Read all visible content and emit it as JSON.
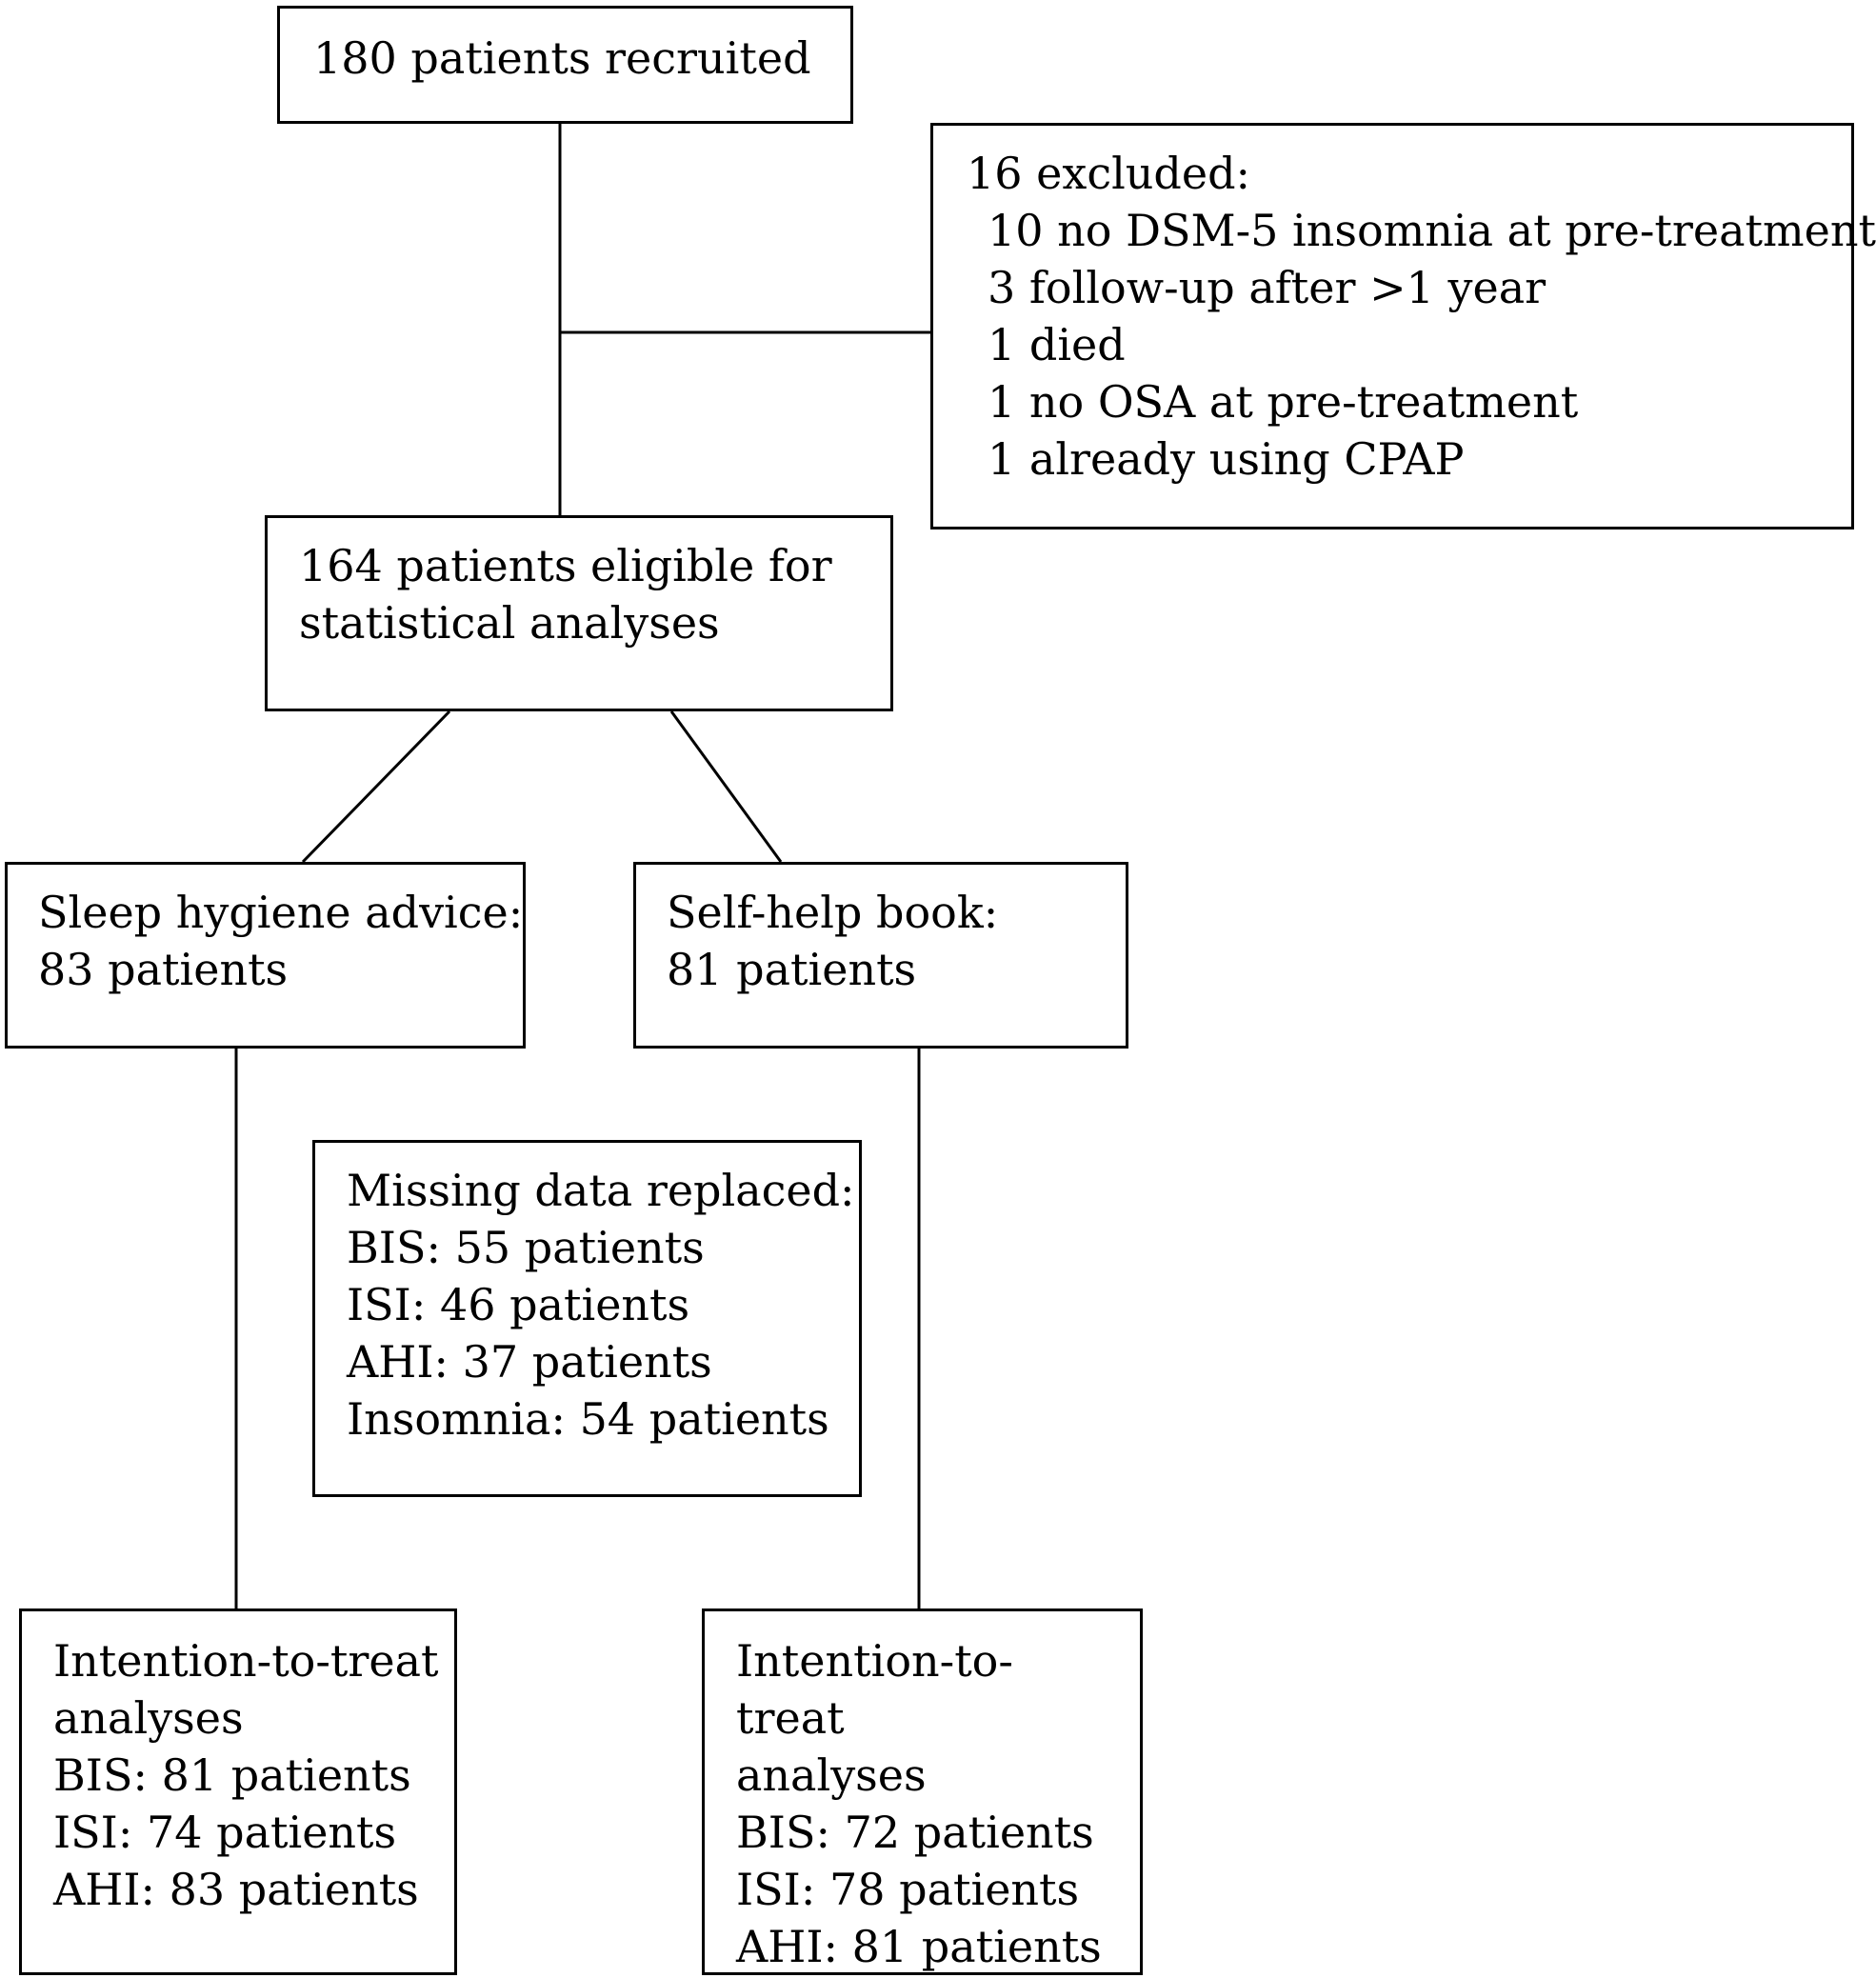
{
  "recruited": {
    "text": "180 patients recruited"
  },
  "excluded": {
    "header": "16 excluded:",
    "reasons": [
      "10 no DSM-5 insomnia at pre-treatment",
      "3 follow-up after >1 year",
      "1 died",
      "1 no OSA at pre-treatment",
      "1 already using CPAP"
    ]
  },
  "eligible": {
    "lines": [
      "164 patients eligible for",
      "statistical analyses"
    ]
  },
  "arms": [
    {
      "lines": [
        "Sleep hygiene advice:",
        "83 patients"
      ]
    },
    {
      "lines": [
        "Self-help book:",
        "81 patients"
      ]
    }
  ],
  "missing": {
    "header": "Missing data replaced:",
    "items": [
      "BIS: 55 patients",
      "ISI: 46 patients",
      "AHI: 37 patients",
      "Insomnia: 54 patients"
    ]
  },
  "itt": [
    {
      "lines": [
        "Intention-to-treat",
        "analyses",
        "BIS: 81 patients",
        "ISI: 74 patients",
        "AHI: 83 patients"
      ]
    },
    {
      "lines": [
        "Intention-to-",
        "treat",
        "analyses",
        "BIS: 72 patients",
        "ISI: 78 patients",
        "AHI: 81 patients"
      ]
    }
  ]
}
